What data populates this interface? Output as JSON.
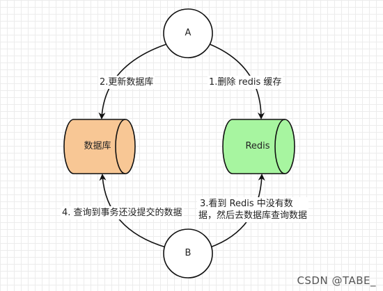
{
  "nodes": {
    "a": {
      "label": "A"
    },
    "b": {
      "label": "B"
    },
    "database": {
      "label": "数据库",
      "fill": "#f8c795"
    },
    "redis": {
      "label": "Redis",
      "fill": "#a7f5a0"
    }
  },
  "edges": {
    "update_db": {
      "label": "2.更新数据库"
    },
    "delete_redis": {
      "label": "1.删除 redis 缓存"
    },
    "query_uncommitted": {
      "label": "4. 查询到事务还没提交的数据"
    },
    "redis_miss": {
      "line1": "3.看到 Redis 中没有数",
      "line2": "据，然后去数据库查询数据"
    }
  },
  "watermark": "CSDN @TABE_"
}
